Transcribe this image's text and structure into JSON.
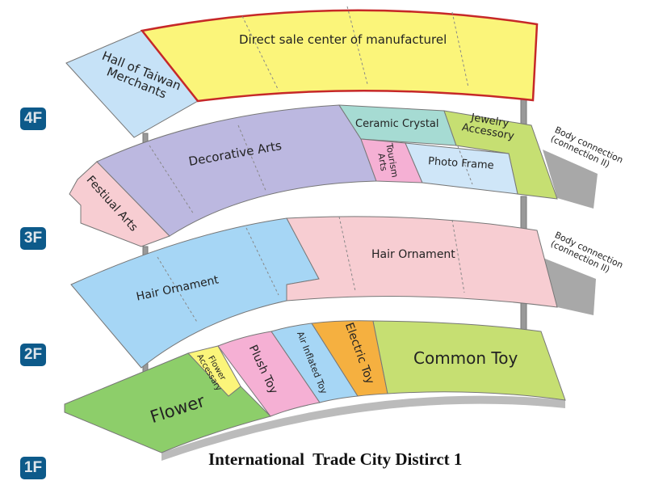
{
  "floors": [
    {
      "label": "4F"
    },
    {
      "label": "3F"
    },
    {
      "label": "2F"
    },
    {
      "label": "1F"
    }
  ],
  "floor4": {
    "direct_sale": "Direct sale center of manufacturel",
    "hall": "Hall of Taiwan Merchants"
  },
  "floor3": {
    "festival_arts": "Festiual Arts",
    "decorative_arts": "Decorative Arts",
    "ceramic_crystal": "Ceramic Crystal",
    "jewelry": "Jewelry Accessory",
    "tourism_arts": "Tourism Arts",
    "photo_frame": "Photo Frame",
    "connection": "Body connection (connection II)"
  },
  "floor2": {
    "hair_ornament_left": "Hair Ornament",
    "hair_ornament_right": "Hair Ornament",
    "connection": "Body connection (connection II)"
  },
  "floor1": {
    "flower": "Flower",
    "flower_accessory": "Flower Accessary",
    "plush_toy": "Plush Toy",
    "air_inflated_toy": "Air Inflated Toy",
    "electric_toy": "Electric Toy",
    "common_toy": "Common Toy"
  },
  "title": "International  Trade City Distirct 1",
  "colors": {
    "badge": "#0d5a8a",
    "yellow": "#fbf57a",
    "light_blue": "#c6e2f7",
    "purple": "#bcb8e0",
    "pink": "#f7cdd2",
    "teal": "#a6dbd3",
    "green": "#c6df72",
    "flower_green": "#8dce6a",
    "orange": "#f5b040",
    "hot_pink": "#f5b0d4",
    "sky": "#a6d6f5"
  }
}
